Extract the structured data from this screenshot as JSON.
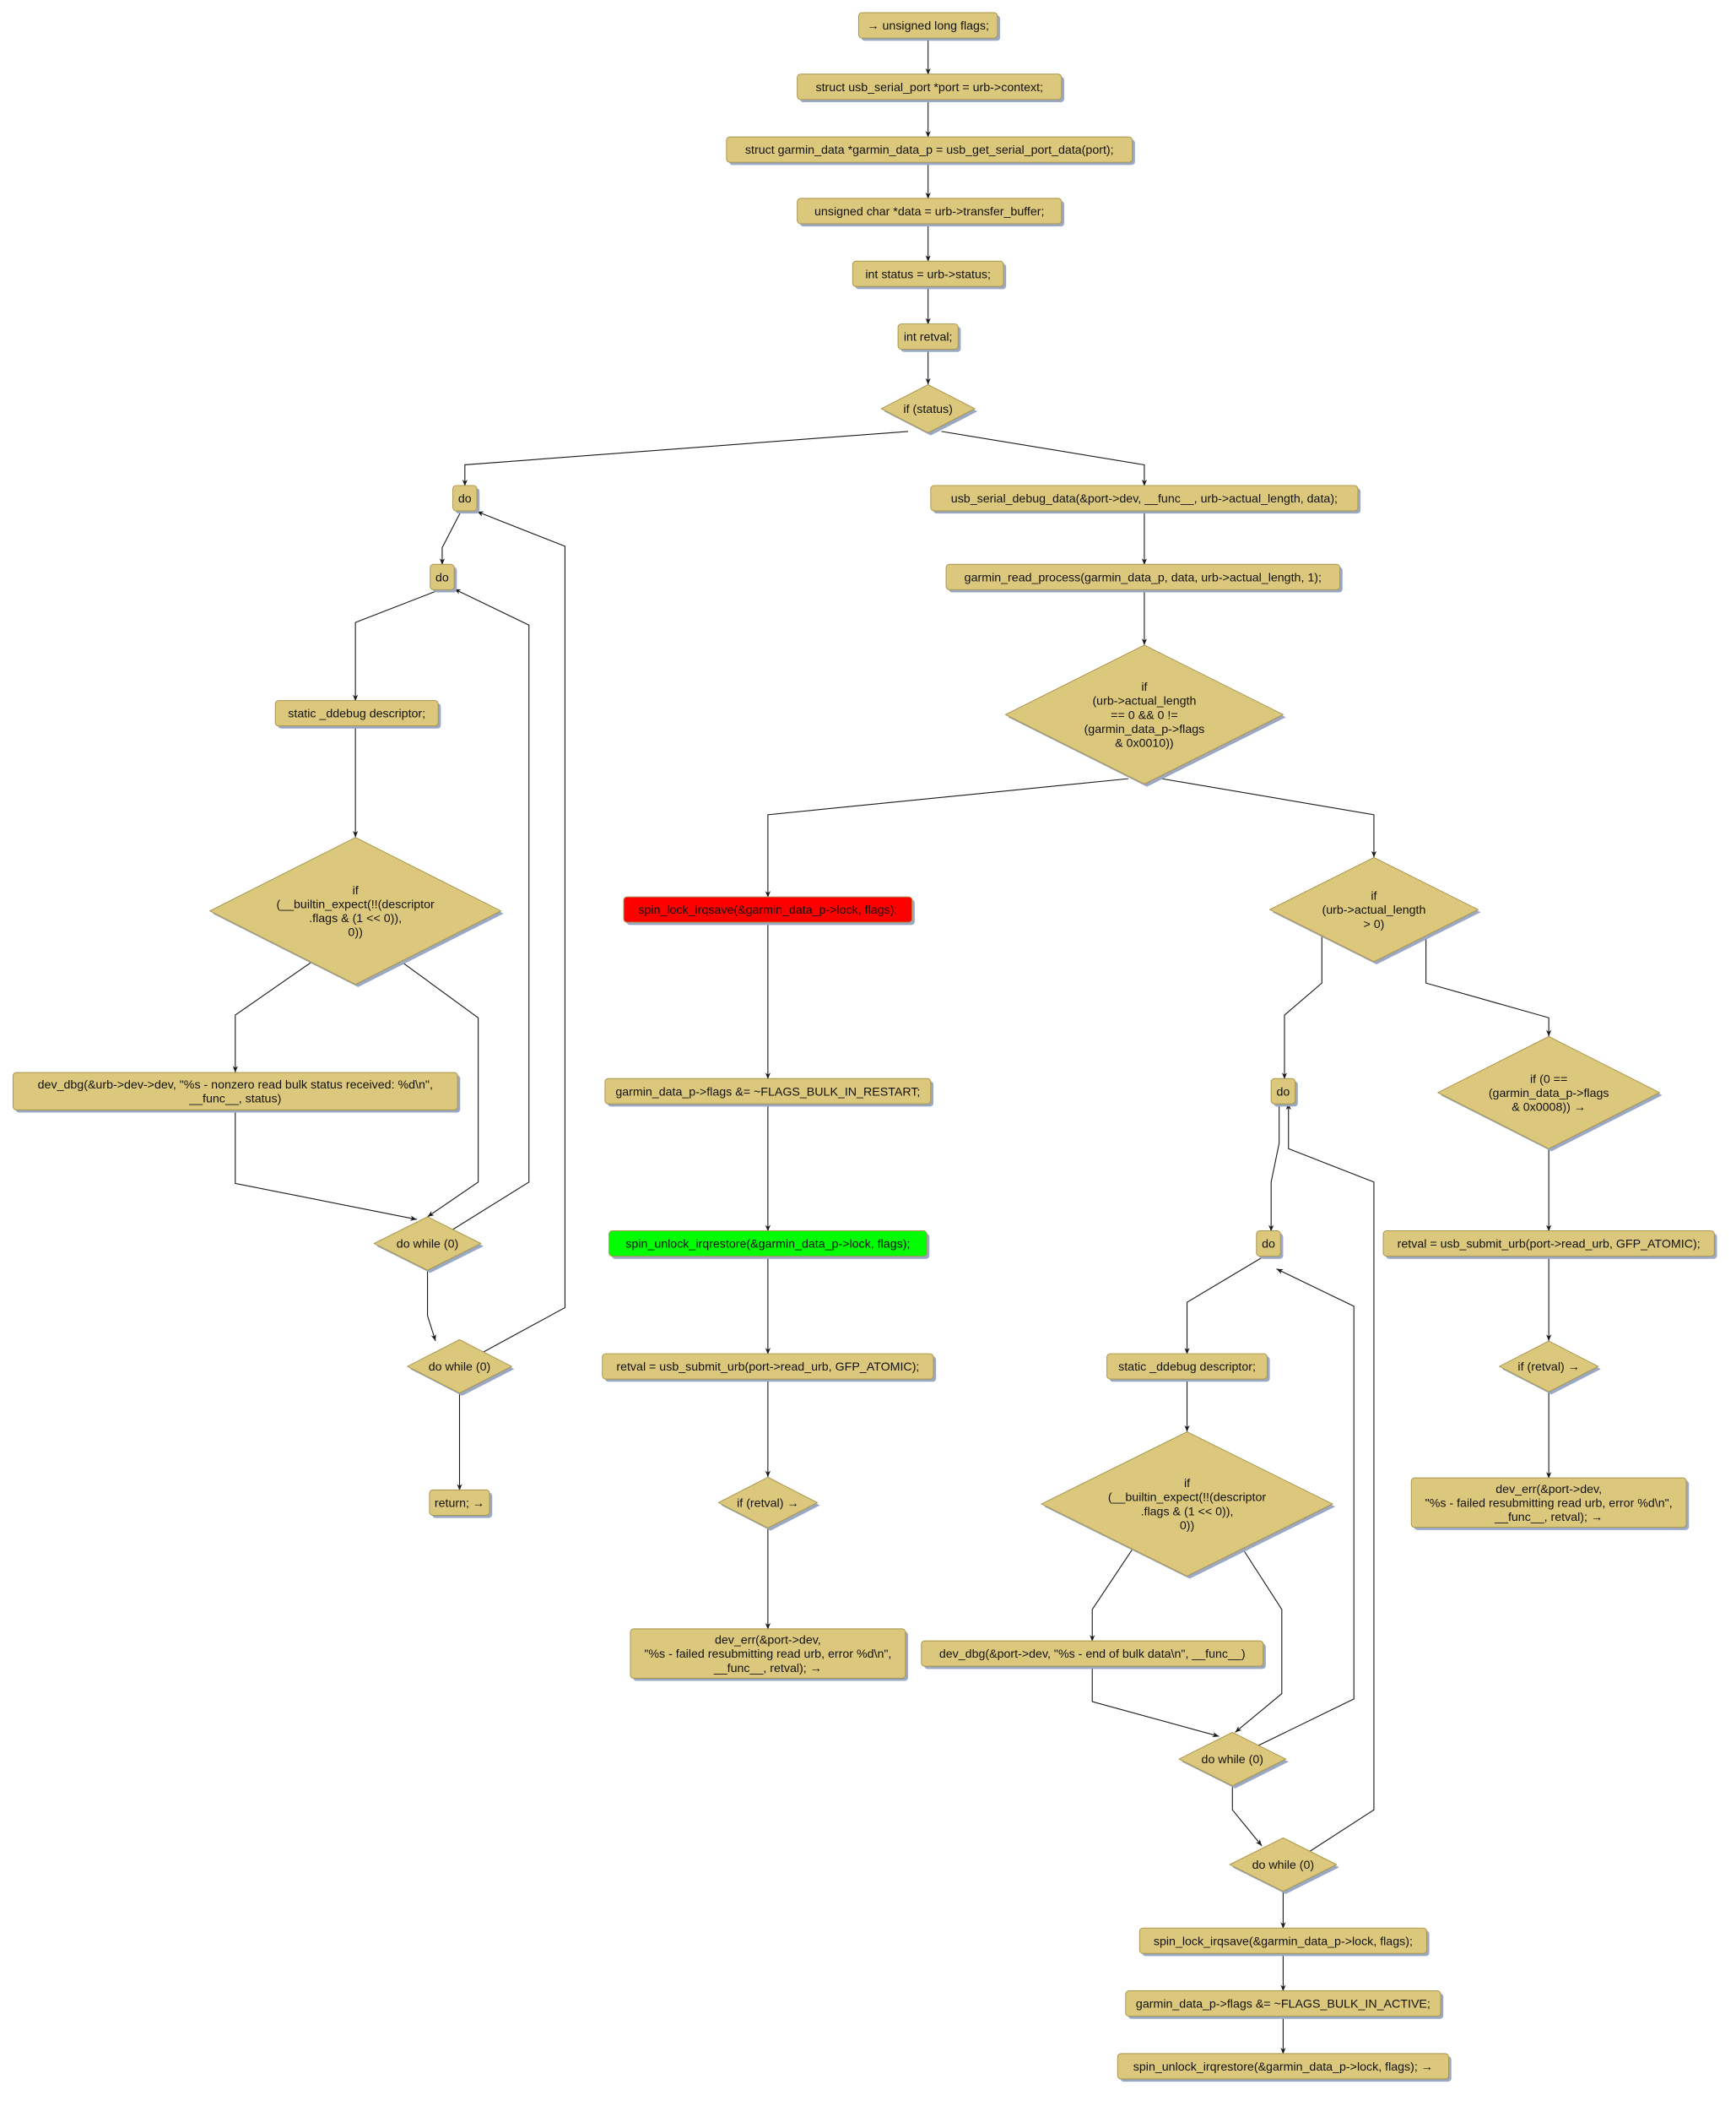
{
  "colors": {
    "node_fill": "#dcc87c",
    "node_border": "#a8944a",
    "shadow": "#9aa8c4",
    "highlight_red": "#ff0000",
    "highlight_green": "#00ff00",
    "edge": "#1a1a1a"
  },
  "nodes": [
    {
      "lines": [
        "→ unsigned long flags;"
      ]
    },
    {
      "lines": [
        "struct usb_serial_port *port = urb->context;"
      ]
    },
    {
      "lines": [
        "struct garmin_data *garmin_data_p = usb_get_serial_port_data(port);"
      ]
    },
    {
      "lines": [
        "unsigned char *data = urb->transfer_buffer;"
      ]
    },
    {
      "lines": [
        "int status = urb->status;"
      ]
    },
    {
      "lines": [
        "int retval;"
      ]
    },
    {
      "lines": [
        "if (status)"
      ]
    },
    {
      "lines": [
        "do"
      ]
    },
    {
      "lines": [
        "do"
      ]
    },
    {
      "lines": [
        "static _ddebug descriptor;"
      ]
    },
    {
      "lines": [
        "if",
        "(__builtin_expect(!!(descriptor",
        ".flags & (1 << 0)),",
        "0))"
      ]
    },
    {
      "lines": [
        "dev_dbg(&urb->dev->dev, \"%s - nonzero read bulk status received: %d\\n\",",
        "__func__, status)"
      ]
    },
    {
      "lines": [
        "do while (0)"
      ]
    },
    {
      "lines": [
        "do while (0)"
      ]
    },
    {
      "lines": [
        "return; →"
      ]
    },
    {
      "lines": [
        "usb_serial_debug_data(&port->dev, __func__, urb->actual_length, data);"
      ]
    },
    {
      "lines": [
        "garmin_read_process(garmin_data_p, data, urb->actual_length, 1);"
      ]
    },
    {
      "lines": [
        "if",
        "(urb->actual_length",
        "== 0 && 0 !=",
        "(garmin_data_p->flags",
        "& 0x0010))"
      ]
    },
    {
      "lines": [
        "spin_lock_irqsave(&garmin_data_p->lock, flags);"
      ]
    },
    {
      "lines": [
        "garmin_data_p->flags &= ~FLAGS_BULK_IN_RESTART;"
      ]
    },
    {
      "lines": [
        "spin_unlock_irqrestore(&garmin_data_p->lock, flags);"
      ]
    },
    {
      "lines": [
        "retval = usb_submit_urb(port->read_urb, GFP_ATOMIC);"
      ]
    },
    {
      "lines": [
        "if (retval) →"
      ]
    },
    {
      "lines": [
        "dev_err(&port->dev,",
        "\"%s - failed resubmitting read urb, error %d\\n\",",
        "__func__, retval); →"
      ]
    },
    {
      "lines": [
        "if",
        "(urb->actual_length",
        "> 0)"
      ]
    },
    {
      "lines": [
        "do"
      ]
    },
    {
      "lines": [
        "if (0 ==",
        "(garmin_data_p->flags",
        "& 0x0008)) →"
      ]
    },
    {
      "lines": [
        "retval = usb_submit_urb(port->read_urb, GFP_ATOMIC);"
      ]
    },
    {
      "lines": [
        "if (retval) →"
      ]
    },
    {
      "lines": [
        "dev_err(&port->dev,",
        "\"%s - failed resubmitting read urb, error %d\\n\",",
        "__func__, retval); →"
      ]
    },
    {
      "lines": [
        "do"
      ]
    },
    {
      "lines": [
        "static _ddebug descriptor;"
      ]
    },
    {
      "lines": [
        "if",
        "(__builtin_expect(!!(descriptor",
        ".flags & (1 << 0)),",
        "0))"
      ]
    },
    {
      "lines": [
        "dev_dbg(&port->dev, \"%s - end of bulk data\\n\", __func__)"
      ]
    },
    {
      "lines": [
        "do while (0)"
      ]
    },
    {
      "lines": [
        "do while (0)"
      ]
    },
    {
      "lines": [
        "spin_lock_irqsave(&garmin_data_p->lock, flags);"
      ]
    },
    {
      "lines": [
        "garmin_data_p->flags &= ~FLAGS_BULK_IN_ACTIVE;"
      ]
    },
    {
      "lines": [
        "spin_unlock_irqrestore(&garmin_data_p->lock, flags); →"
      ]
    }
  ]
}
